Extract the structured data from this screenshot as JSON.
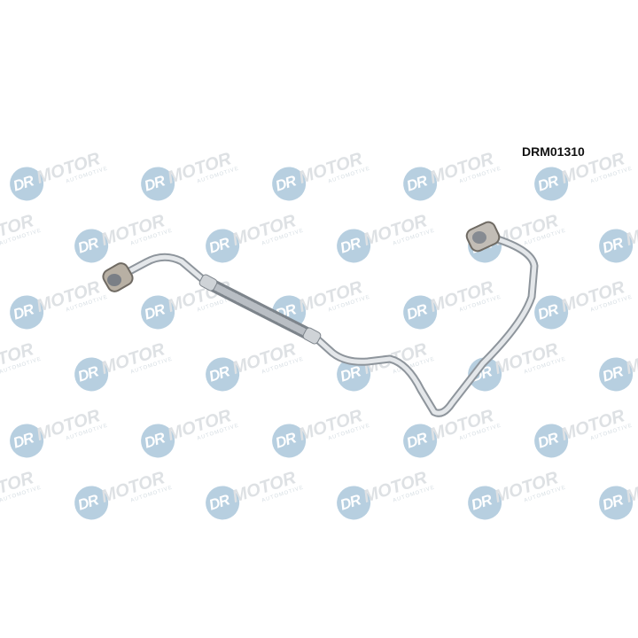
{
  "product_code": "DRM01310",
  "watermark": {
    "brand_lead": "DR",
    "brand_main": "MOTOR",
    "tagline": "AUTOMOTIVE",
    "circle_color": "#9fbfd6"
  },
  "product": {
    "type": "turbocharger oil feed pipe",
    "color": "#c8ccd2"
  }
}
